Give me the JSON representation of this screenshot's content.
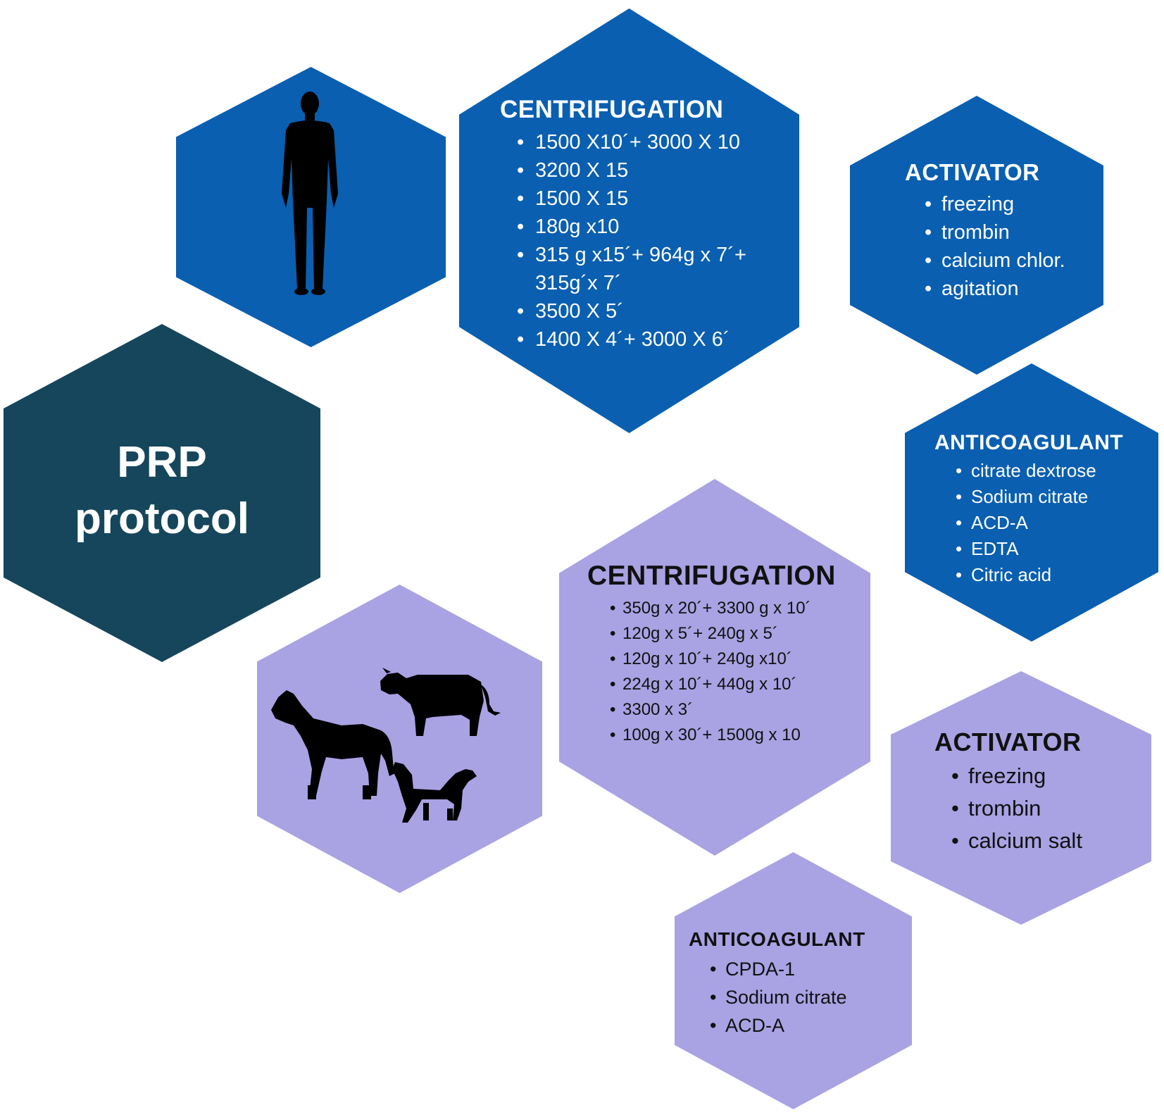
{
  "colors": {
    "human_blue": "#0a5fb0",
    "center_dark": "#15465c",
    "animal_lavender": "#a9a2e3",
    "text_light": "#ffffff",
    "text_dark": "#111111"
  },
  "center": {
    "line1": "PRP",
    "line2": "protocol"
  },
  "human": {
    "icon": "human-silhouette-icon",
    "centrifugation": {
      "title": "CENTRIFUGATION",
      "items": [
        "1500 X10´+ 3000 X 10",
        "3200 X 15",
        "1500 X 15",
        "180g x10",
        "315 g x15´+ 964g x 7´+",
        "315g´x 7´",
        "3500 X 5´",
        "1400 X 4´+ 3000 X 6´"
      ]
    },
    "activator": {
      "title": "ACTIVATOR",
      "items": [
        "freezing",
        "trombin",
        "calcium chlor.",
        "agitation"
      ]
    },
    "anticoagulant": {
      "title": "ANTICOAGULANT",
      "items": [
        "citrate dextrose",
        "Sodium citrate",
        "ACD-A",
        "EDTA",
        "Citric acid"
      ]
    }
  },
  "animal": {
    "icons": [
      "horse-icon",
      "cow-icon",
      "dog-icon"
    ],
    "centrifugation": {
      "title": "CENTRIFUGATION",
      "items": [
        "350g x 20´+ 3300 g x 10´",
        "120g x 5´+ 240g x 5´",
        "120g x 10´+ 240g x10´",
        "224g x 10´+ 440g x 10´",
        "3300 x 3´",
        "100g x 30´+ 1500g x 10"
      ]
    },
    "activator": {
      "title": "ACTIVATOR",
      "items": [
        "freezing",
        "trombin",
        "calcium salt"
      ]
    },
    "anticoagulant": {
      "title": "ANTICOAGULANT",
      "items": [
        "CPDA-1",
        "Sodium citrate",
        "ACD-A"
      ]
    }
  }
}
